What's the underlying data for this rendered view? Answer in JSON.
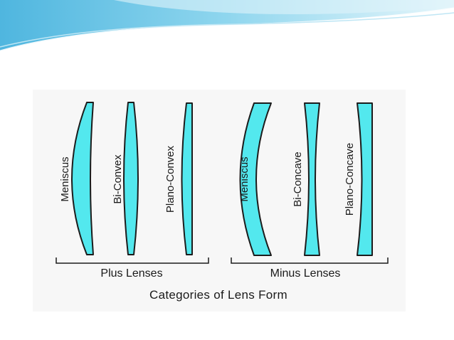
{
  "colors": {
    "lens_fill": "#53e8ee",
    "lens_stroke": "#1c1c1c",
    "banner_light": "#cdeef8",
    "banner_mid": "#8fd6ee",
    "banner_dark": "#4fb6df",
    "panel_bg": "#f7f7f7"
  },
  "diagram": {
    "plus_group": {
      "label": "Plus Lenses",
      "lenses": [
        {
          "label": "Meniscus"
        },
        {
          "label": "Bi-Convex"
        },
        {
          "label": "Plano-Convex"
        }
      ]
    },
    "minus_group": {
      "label": "Minus Lenses",
      "lenses": [
        {
          "label": "Meniscus"
        },
        {
          "label": "Bi-Concave"
        },
        {
          "label": "Plano-Concave"
        }
      ]
    },
    "caption": "Categories of Lens Form"
  }
}
